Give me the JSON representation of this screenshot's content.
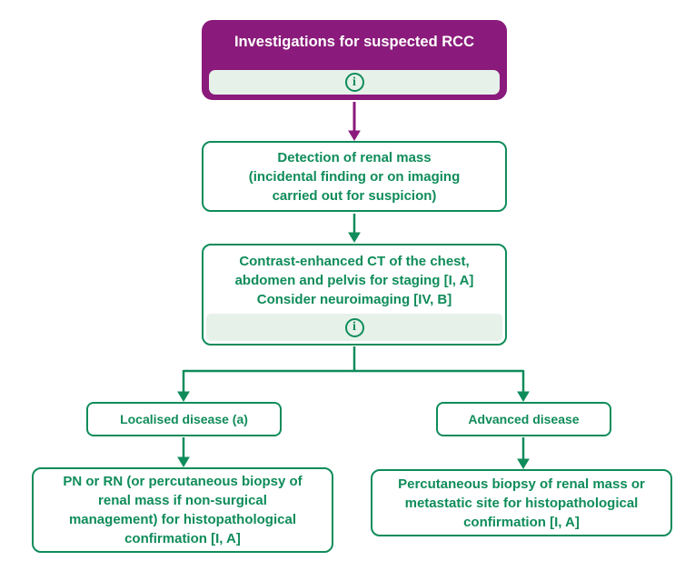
{
  "colors": {
    "purple": "#8A1A7B",
    "green": "#0F8C5A",
    "light_green_bg": "#E6F1EA",
    "white": "#FFFFFF"
  },
  "icons": {
    "info": "i"
  },
  "header": {
    "title": "Investigations for suspected RCC"
  },
  "flow": {
    "detection": {
      "text": "Detection of renal mass\n(incidental finding or on imaging\ncarried out for suspicion)"
    },
    "ct_staging": {
      "text": "Contrast-enhanced CT of the chest,\nabdomen and pelvis for staging [I, A]\nConsider neuroimaging [IV, B]"
    },
    "localised": {
      "label": "Localised disease (a)"
    },
    "advanced": {
      "label": "Advanced disease"
    },
    "localised_outcome": {
      "text": "PN or RN (or percutaneous biopsy of\nrenal mass if non-surgical\nmanagement) for histopathological\nconfirmation [I, A]"
    },
    "advanced_outcome": {
      "text": "Percutaneous biopsy of renal mass or\nmetastatic site for histopathological\nconfirmation [I, A]"
    }
  }
}
